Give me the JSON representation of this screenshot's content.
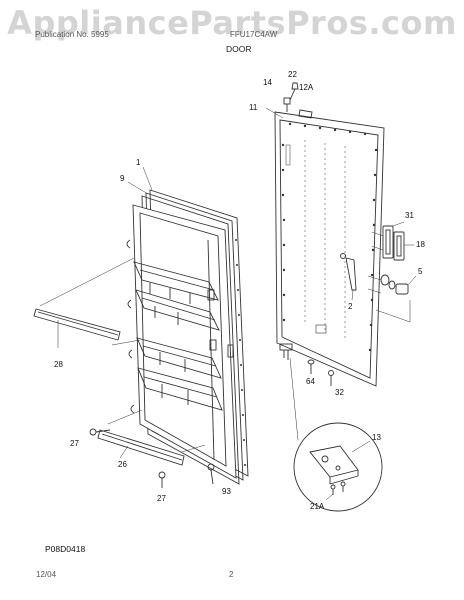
{
  "watermark": "AppliancePartsPros.com",
  "header": {
    "left": "Publication No. 5995",
    "right": "FFU17C4AW",
    "section": "DOOR"
  },
  "callouts": [
    "1",
    "9",
    "28",
    "27",
    "26",
    "27",
    "93",
    "14",
    "22",
    "12A",
    "11",
    "31",
    "18",
    "5",
    "2",
    "64",
    "32",
    "13",
    "21A"
  ],
  "figure_code": "P08D0418",
  "footer": {
    "date": "12/04",
    "page": "2"
  }
}
